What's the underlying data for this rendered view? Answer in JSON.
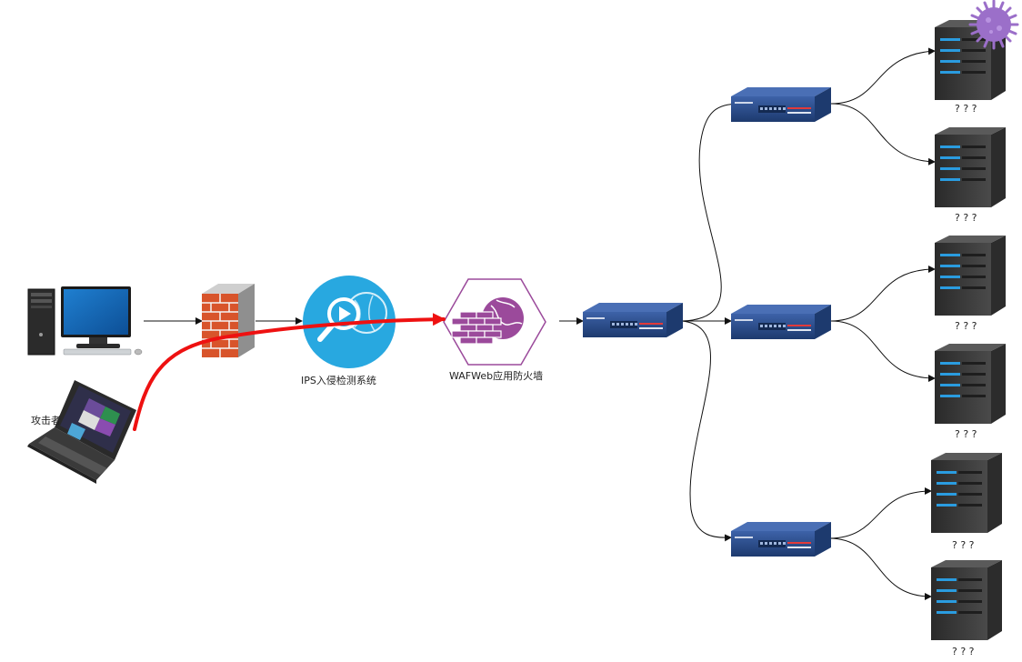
{
  "labels": {
    "attacker": "攻击者",
    "ips": "IPS入侵检测系统",
    "waf": "WAFWeb应用防火墙",
    "server_unknown": "? ? ?"
  },
  "colors": {
    "attack_path": "#ee1111",
    "connector": "#111111",
    "ips_circle": "#28a8e0",
    "waf_hex": "#9b4a9b",
    "router": "#2d4f8c",
    "server": "#3a3a3a",
    "virus": "#9b6fc9",
    "firewall_brick": "#d8542b"
  },
  "icons": {
    "desktop": "desktop-computer-icon",
    "attacker": "laptop-icon",
    "firewall": "firewall-icon",
    "ips": "ips-magnifier-icon",
    "waf": "waf-hexagon-icon",
    "router": "router-icon",
    "server": "server-tower-icon",
    "virus": "virus-icon"
  }
}
